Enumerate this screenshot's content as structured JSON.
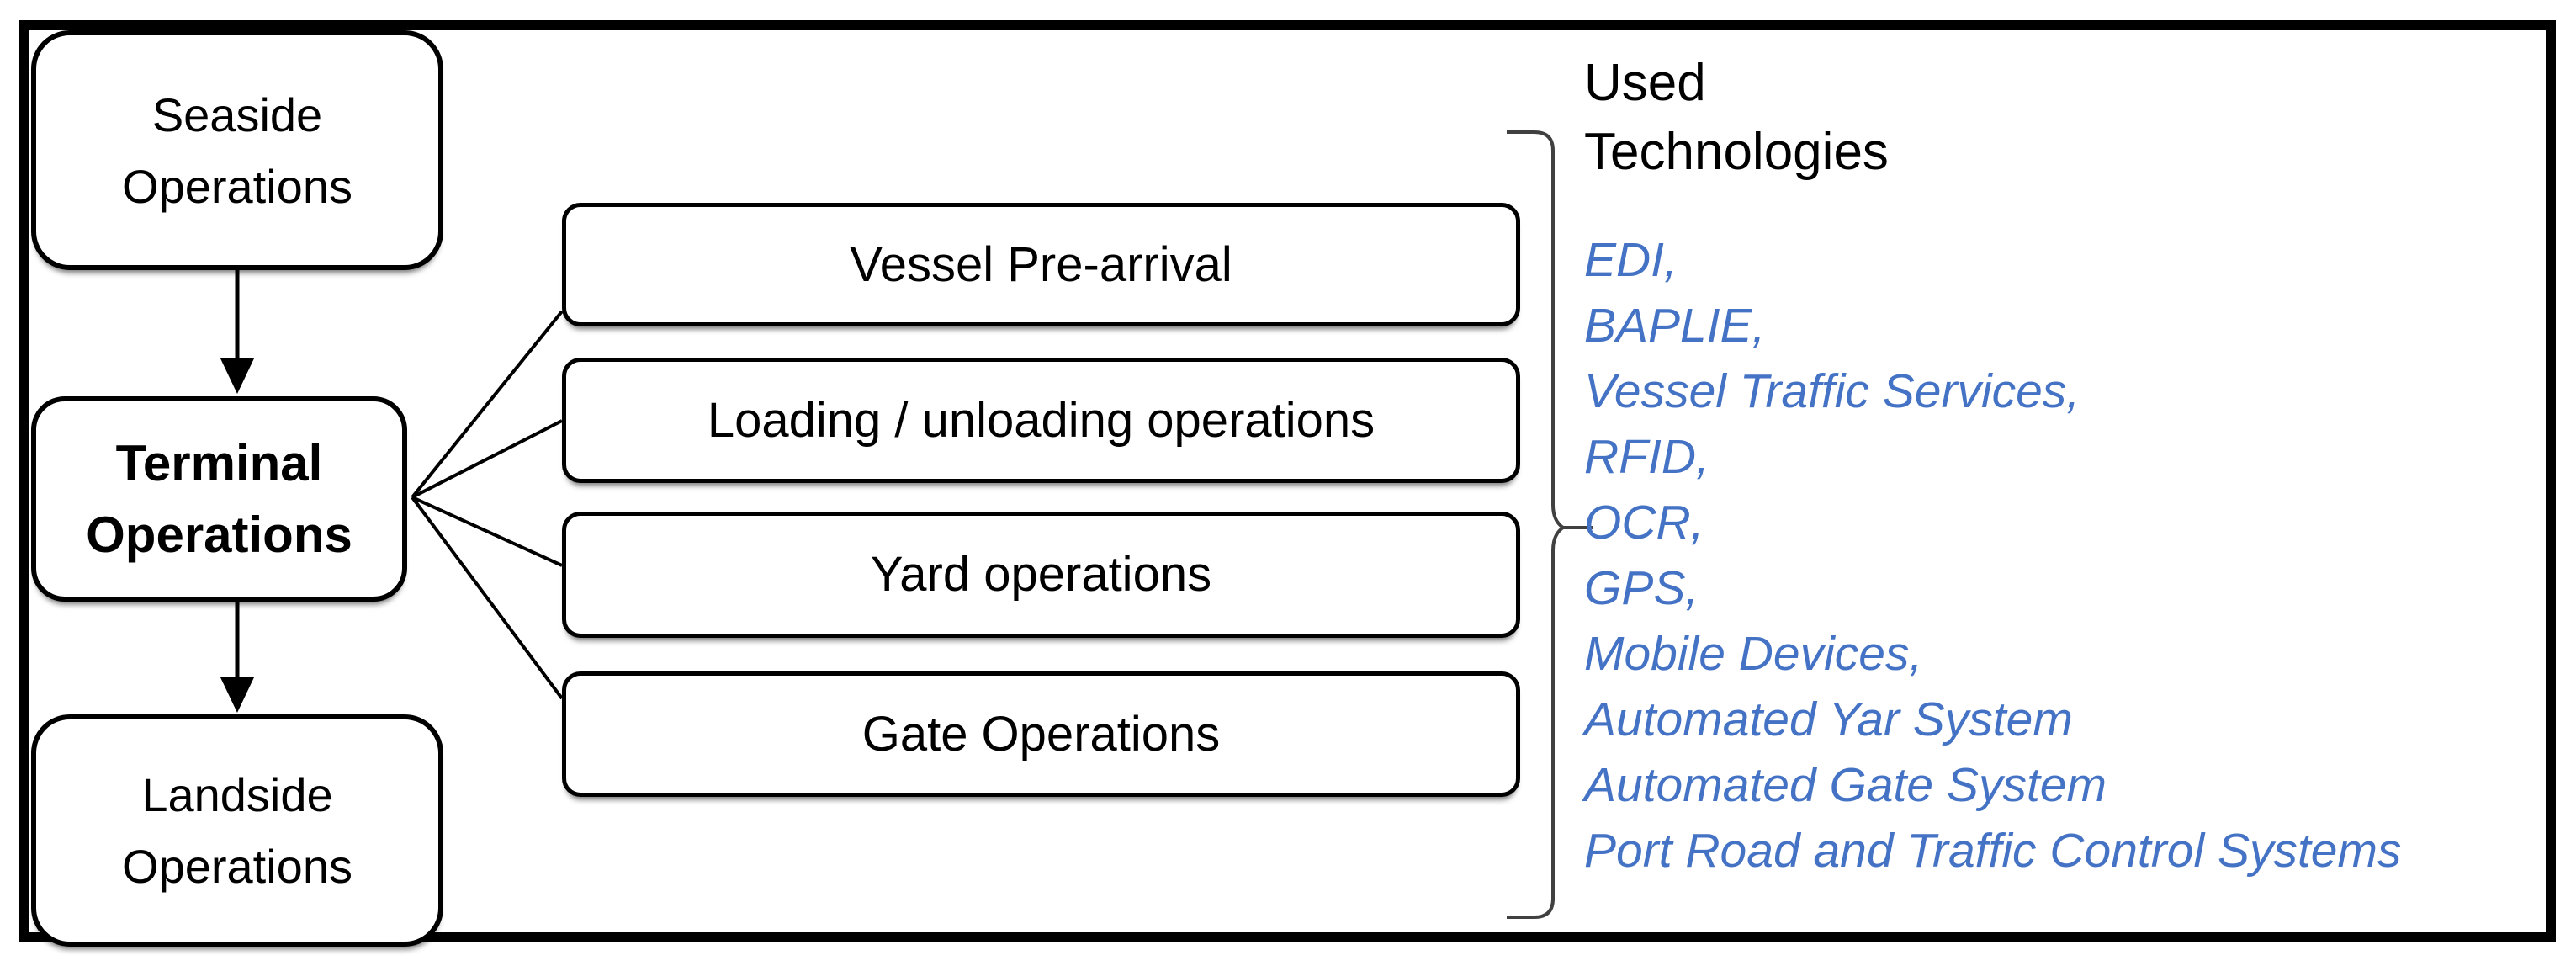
{
  "diagram": {
    "flow_nodes": {
      "seaside": "Seaside\nOperations",
      "terminal": "Terminal\nOperations",
      "landside": "Landside\nOperations"
    },
    "operations": [
      "Vessel Pre-arrival",
      "Loading / unloading operations",
      "Yard operations",
      "Gate Operations"
    ],
    "technologies_heading": "Used\nTechnologies",
    "technologies": [
      "EDI,",
      "BAPLIE,",
      "Vessel Traffic Services,",
      "RFID,",
      "OCR,",
      "GPS,",
      "Mobile Devices,",
      "Automated Yar System",
      "Automated Gate System",
      "Port Road and Traffic Control Systems"
    ],
    "colors": {
      "technology_text": "#4472C4",
      "box_border": "#000000",
      "bracket": "#404040"
    }
  }
}
